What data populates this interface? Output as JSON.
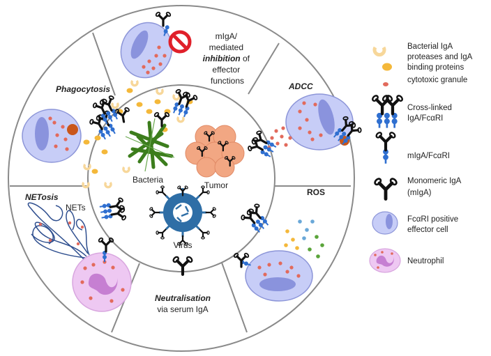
{
  "sections": {
    "inhibition": {
      "line1": "mIgA/",
      "line2": "mediated",
      "line3_bold": "inhibition",
      "line3_rest": " of",
      "line4": "effector",
      "line5": "functions"
    },
    "adcc": "ADCC",
    "phagocytosis": "Phagocytosis",
    "netosis": "NETosis",
    "nets": "NETs",
    "ros": "ROS",
    "neutralisation": {
      "title": "Neutralisation",
      "subtitle": "via serum IgA"
    }
  },
  "center": {
    "bacteria": "Bacteria",
    "tumor": "Tumor",
    "virus": "Virus"
  },
  "legend": {
    "protease": {
      "line1": "Bacterial IgA",
      "line2": "proteases and IgA",
      "line3": "binding proteins"
    },
    "granule": "cytotoxic granule",
    "crosslinked": {
      "line1": "Cross-linked",
      "line2": "IgA/FcαRI"
    },
    "migafcari": "mIgA/FcαRI",
    "monomeric": {
      "line1": "Monomeric IgA",
      "line2": "(mIgA)"
    },
    "effector": {
      "line1": "FcαRI positive",
      "line2": "effector cell"
    },
    "neutrophil": "Neutrophil"
  },
  "colors": {
    "outline": "#8a8a8a",
    "effector_cell": "#c7cdf7",
    "nucleus": "#8a93dd",
    "neutrophil": "#eec8f2",
    "neutrophil_nucleus": "#c67fd2",
    "granule": "#e26a5c",
    "protease_yellow": "#f4b83a",
    "protease_light": "#f7d79a",
    "receptor_blue": "#2f6fd0",
    "bacteria_green": "#4f9a2a",
    "tumor": "#f2a783",
    "virus": "#2e6ea6"
  }
}
